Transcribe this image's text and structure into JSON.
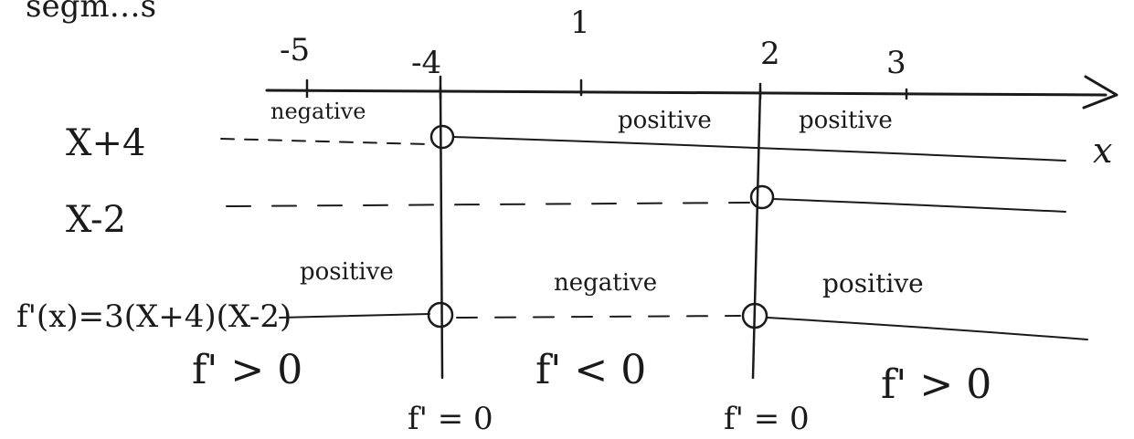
{
  "top_fragment": "segm…s",
  "axis": {
    "tick_labels": [
      "-5",
      "-4",
      "1",
      "2",
      "3"
    ],
    "var_label": "x"
  },
  "rows": [
    {
      "label": "X+4",
      "segments": [
        "negative",
        "positive",
        "positive"
      ]
    },
    {
      "label": "X-2",
      "segments": [
        "",
        "",
        ""
      ]
    },
    {
      "label": "f'(x)=3(X+4)(X-2)",
      "segments": [
        "positive",
        "negative",
        "positive"
      ]
    }
  ],
  "conclusions": [
    "f' > 0",
    "f' < 0",
    "f' > 0"
  ],
  "critical_labels": [
    "f' = 0",
    "f' = 0"
  ]
}
